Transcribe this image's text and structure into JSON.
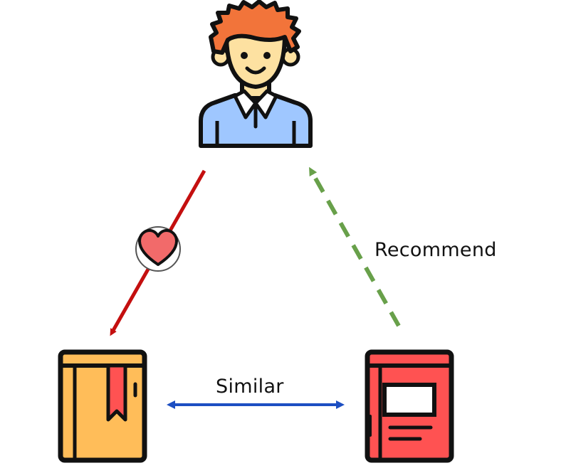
{
  "labels": {
    "similar": "Similar",
    "recommend": "Recommend"
  },
  "nodes": {
    "user": {
      "icon": "user-avatar-icon"
    },
    "liked_book": {
      "icon": "orange-book-icon"
    },
    "recommended_book": {
      "icon": "red-book-icon"
    }
  },
  "edges": {
    "likes": {
      "from": "user",
      "to": "liked_book",
      "style": "solid",
      "color": "#c40f0f",
      "badge": "heart-icon"
    },
    "similar": {
      "from": "liked_book",
      "to": "recommended_book",
      "style": "solid-bidirectional",
      "color": "#1d4fc2"
    },
    "recommend": {
      "from": "recommended_book",
      "to": "user",
      "style": "dashed",
      "color": "#68a04a"
    }
  },
  "colors": {
    "hair": "#f2743a",
    "skin": "#fde1a1",
    "shirt": "#9fc7ff",
    "orange_book": "#ffbd59",
    "red_book": "#ff5252",
    "outline": "#111111"
  }
}
